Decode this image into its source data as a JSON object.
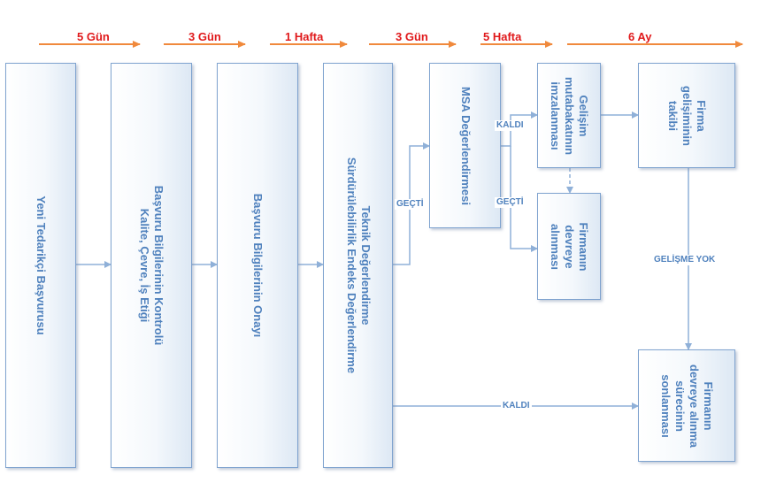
{
  "timeline": [
    {
      "label": "5 Gün"
    },
    {
      "label": "3 Gün"
    },
    {
      "label": "1 Hafta"
    },
    {
      "label": "3 Gün"
    },
    {
      "label": "5 Hafta"
    },
    {
      "label": "6 Ay"
    }
  ],
  "nodes": {
    "yeni_tedarikci": "Yeni Tedarikçi Başvurusu",
    "basvuru_kontrol": "Başvuru Bilgilerinin Kontrolü\nKalite, Çevre, İş Etiği",
    "basvuru_onay": "Başvuru Bilgilerinin Onayı",
    "teknik_degerlendirme": "Teknik Değerlendirme\nSürdürülebilirlik Endeks Değerlendirme",
    "msa": "MSA Değerlendirmesi",
    "gelisim_mutabakat": "Gelişim\nmutabakatının\nimzalanması",
    "firma_takibi": "Firma\ngelişiminin\ntakibi",
    "devreye_alinmasi": "Firmanın\ndevreye\nalınması",
    "devreye_alma_sonlanmasi": "Firmanın\ndevreye alınma\nsürecinin\nsonlanması"
  },
  "edge_labels": {
    "gecti_msa": "GEÇTİ",
    "kaldi_msa": "KALDI",
    "gecti_devreye": "GEÇTİ",
    "gelisme_yok": "GELİŞME YOK",
    "kaldi_sonlanma": "KALDI"
  },
  "colors": {
    "timeline": "#e0191b",
    "timeline_arrow": "#f0893c",
    "node_text": "#4f81bd",
    "node_border": "#7fa3cf",
    "connector": "#8fb0d8"
  }
}
